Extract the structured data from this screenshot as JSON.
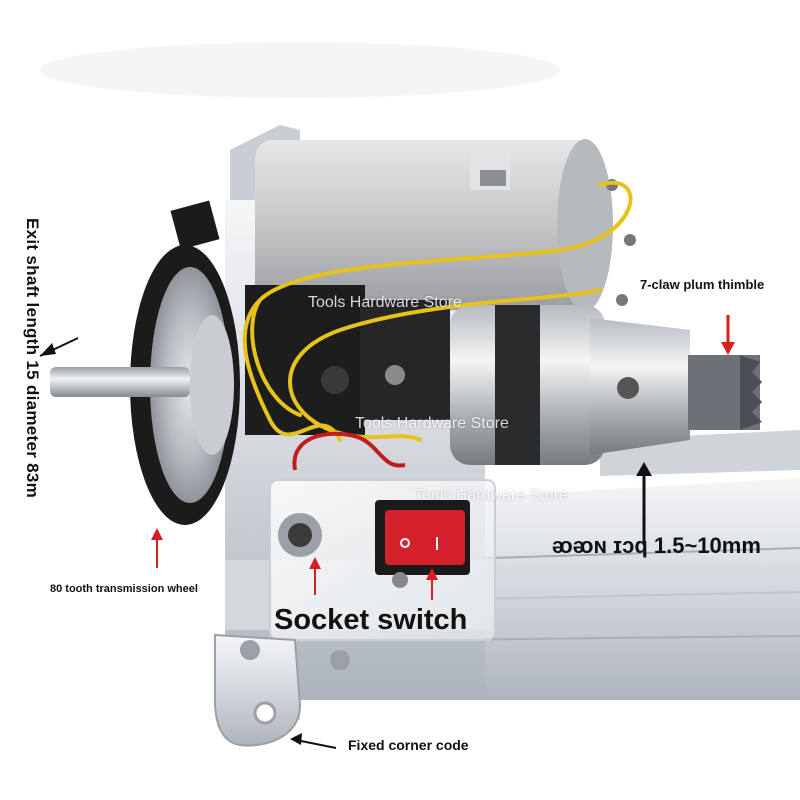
{
  "labels": {
    "shaft": "Exit shaft length 15 diameter 83m",
    "wheel": "80 tooth transmission wheel",
    "thimble": "7-claw plum thimble",
    "clamp": "ᴔᴔɴ ɪᴐq 1.5~10mm",
    "socket_switch": "Socket switch",
    "corner": "Fixed corner code"
  },
  "watermarks": [
    "Tools Hardware Store",
    "Tools Hardware Store",
    "Tools Hardware Store"
  ],
  "colors": {
    "arrow_red": "#d42020",
    "arrow_black": "#111111",
    "aluminum": "#d9dde2",
    "motor_body": "#c9cbcd",
    "wire_yellow": "#e6c21c",
    "switch_red": "#d3202a",
    "bracket_black": "#1b1b1b"
  },
  "icons": [
    "arrow-icon",
    "drill-chuck",
    "dc-motor",
    "rocker-switch",
    "dc-socket"
  ]
}
